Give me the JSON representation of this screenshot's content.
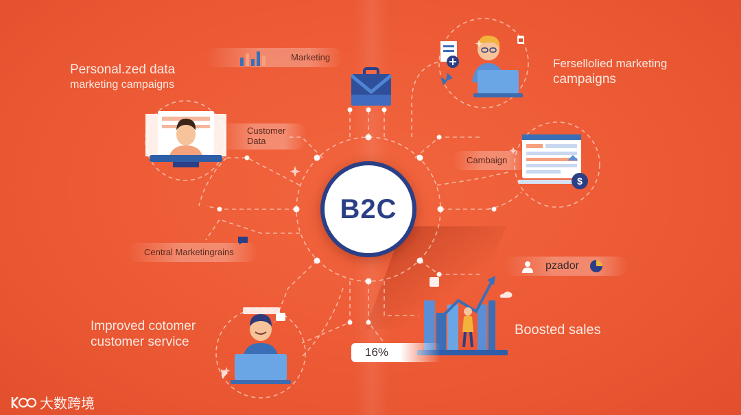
{
  "hub": {
    "label": "B2C"
  },
  "labels": {
    "top_left": {
      "line1": "Personal.zed data",
      "line2": "marketing campaigns"
    },
    "top_right": {
      "line1": "Fersellolied marketing",
      "line2": "campaigns"
    },
    "bottom_left": {
      "line1": "Improved cotomer",
      "line2": "customer service"
    },
    "bottom_right": {
      "line1": "Boosted sales"
    }
  },
  "pills": {
    "marketing": "Marketing",
    "customer_data": {
      "line1": "Customer",
      "line2": "Data"
    },
    "cambaign": "Cambaign",
    "central": "Central Marketingrains",
    "pzador": "pzador"
  },
  "stat": {
    "percent": "16%"
  },
  "watermark": {
    "text": "大数跨境"
  },
  "colors": {
    "background": "#ec5a35",
    "hub_border": "#2b3f86",
    "accent_blue": "#3a6fb8",
    "skin": "#f6c39a",
    "dashed_line": "#f7c5b3"
  },
  "icons": [
    "briefcase-icon",
    "analyst-avatar-icon",
    "customer-data-avatar-icon",
    "dashboard-monitor-icon",
    "support-avatar-icon",
    "sales-chart-icon",
    "bar-chart-icon",
    "dollar-gear-icon",
    "profile-icon",
    "pie-chart-icon"
  ]
}
